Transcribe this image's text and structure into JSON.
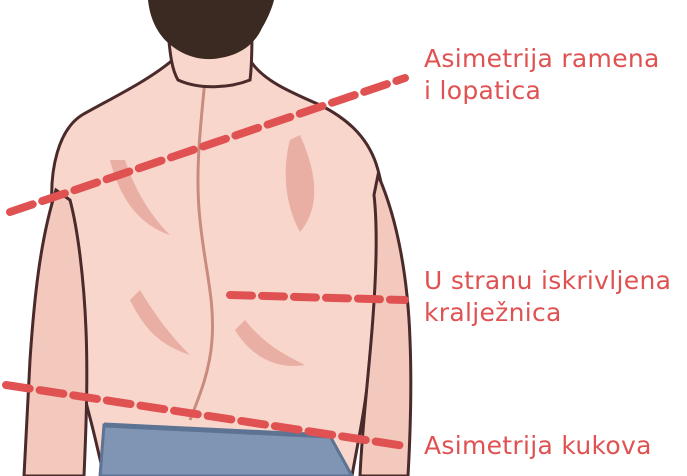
{
  "colors": {
    "accent": "#e05252",
    "skin": "#f8d6cc",
    "skin_shadow": "#e9aea4",
    "outline": "#4a2a2a",
    "hair": "#3a2a22",
    "jeans": "#7f95b3",
    "jeans_dark": "#5d7394",
    "background": "#ffffff"
  },
  "illustration": {
    "subject": "man-back-view",
    "markers": [
      "shoulder-asymmetry-line",
      "spine-curve-line",
      "hip-asymmetry-line"
    ]
  },
  "annotations": {
    "shoulders": {
      "line1": "Asimetrija ramena",
      "line2": "i lopatica"
    },
    "spine": {
      "line1": "U stranu iskrivljena",
      "line2": "kralježnica"
    },
    "hips": {
      "line1": "Asimetrija kukova"
    }
  }
}
